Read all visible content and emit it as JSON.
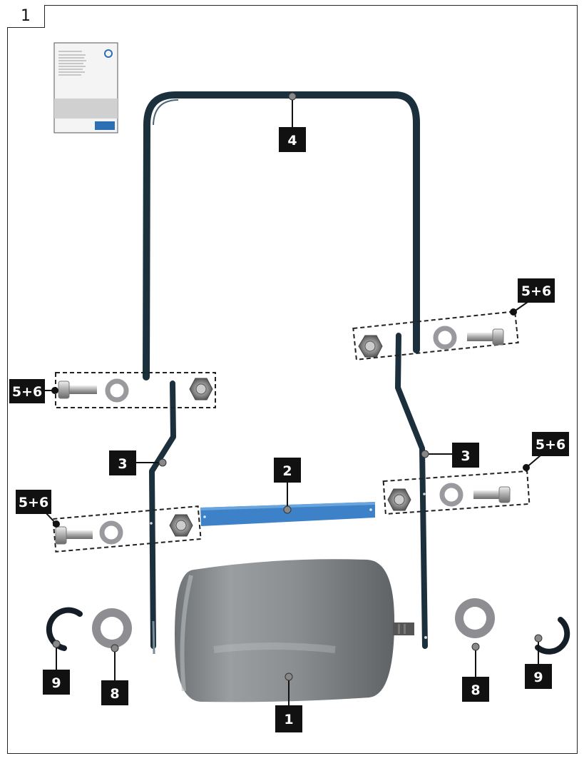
{
  "step_number": "1",
  "callouts": {
    "c1": "1",
    "c2": "2",
    "c3_left": "3",
    "c3_right": "3",
    "c4": "4",
    "c56_top_right": "5+6",
    "c56_mid_left": "5+6",
    "c56_mid_right": "5+6",
    "c56_low_left": "5+6",
    "c8_left": "8",
    "c8_right": "8",
    "c9_left": "9",
    "c9_right": "9"
  },
  "colors": {
    "handle": "#1b2f3d",
    "crossbar": "#3d82c8",
    "roller": "#868a8c",
    "callout_bg": "#111111",
    "callout_dot": "#888888"
  },
  "icons": {
    "manual": "manual-booklet-icon"
  }
}
